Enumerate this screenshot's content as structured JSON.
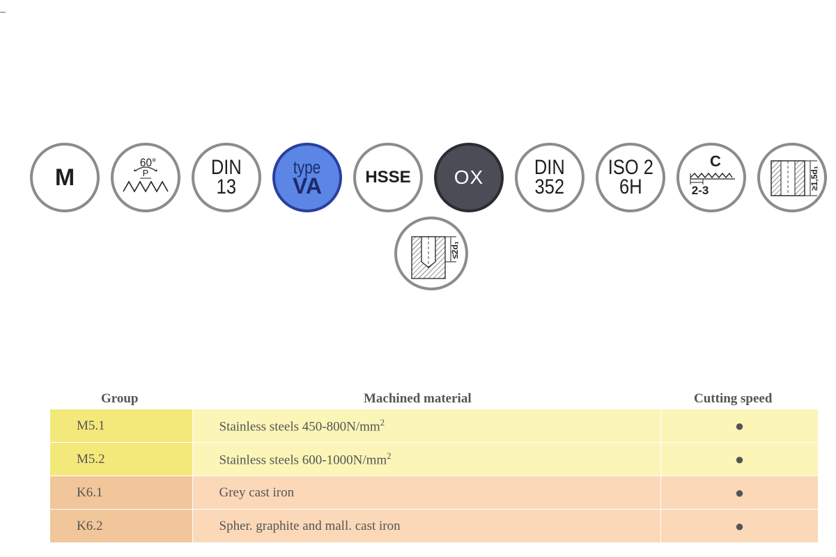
{
  "icons": {
    "metric": "M",
    "thread_angle": "60°",
    "thread_pitch": "P",
    "din13": {
      "line1": "DIN",
      "line2": "13"
    },
    "type_va": {
      "line1": "type",
      "line2": "VA"
    },
    "hsse": "HSSE",
    "ox": "OX",
    "din352": {
      "line1": "DIN",
      "line2": "352"
    },
    "iso": {
      "line1": "ISO 2",
      "line2": "6H"
    },
    "chamfer": {
      "form": "C",
      "threads": "2-3"
    },
    "through_hole": "≥1,5d₁",
    "blind_hole": "≤2d₁"
  },
  "table": {
    "headers": {
      "group": "Group",
      "material": "Machined material",
      "speed": "Cutting speed"
    },
    "rows": [
      {
        "group": "M5.1",
        "material": "Stainless steels 450-800N/mm",
        "sup": "2",
        "speed": "●",
        "color_group": "#f3e97a",
        "color_row": "#fbf5b8"
      },
      {
        "group": "M5.2",
        "material": "Stainless steels 600-1000N/mm",
        "sup": "2",
        "speed": "●",
        "color_group": "#f3e97a",
        "color_row": "#fbf5b8"
      },
      {
        "group": "K6.1",
        "material": "Grey cast iron",
        "sup": "",
        "speed": "●",
        "color_group": "#f1c69a",
        "color_row": "#fbd8b8"
      },
      {
        "group": "K6.2",
        "material": "Spher. graphite and mall. cast iron",
        "sup": "",
        "speed": "●",
        "color_group": "#f1c69a",
        "color_row": "#fbd8b8"
      }
    ]
  }
}
